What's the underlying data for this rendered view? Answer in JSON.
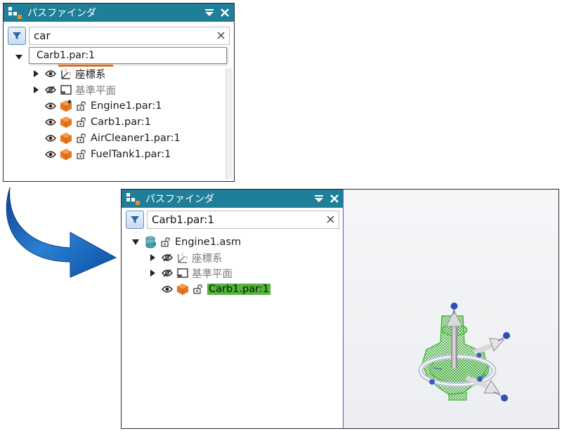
{
  "colors": {
    "title_bar": "#1f7f98",
    "highlight": "#53b33a",
    "arrow_blue": "#1a63b0",
    "part_orange": "#e8741e"
  },
  "panel_before": {
    "title": "パスファインダ",
    "search": {
      "value": "car"
    },
    "suggestion": "Carb1.par:1",
    "tree": [
      {
        "label": "座標系",
        "visible": true,
        "expandable": true,
        "icon": "coordinate-system-icon"
      },
      {
        "label": "基準平面",
        "visible": false,
        "expandable": true,
        "icon": "reference-plane-icon"
      },
      {
        "label": "Engine1.par:1",
        "visible": true,
        "icon": "part-icon"
      },
      {
        "label": "Carb1.par:1",
        "visible": true,
        "icon": "part-icon"
      },
      {
        "label": "AirCleaner1.par:1",
        "visible": true,
        "icon": "part-icon"
      },
      {
        "label": "FuelTank1.par:1",
        "visible": true,
        "icon": "part-icon"
      }
    ]
  },
  "panel_after": {
    "title": "パスファインダ",
    "search": {
      "value": "Carb1.par:1"
    },
    "tree": [
      {
        "label": "Engine1.asm",
        "icon": "assembly-icon",
        "expanded": true
      },
      {
        "label": "座標系",
        "visible": false,
        "expandable": true,
        "icon": "coordinate-system-icon"
      },
      {
        "label": "基準平面",
        "visible": false,
        "expandable": true,
        "icon": "reference-plane-icon"
      },
      {
        "label": "Carb1.par:1",
        "visible": true,
        "icon": "part-icon",
        "selected": true
      }
    ]
  }
}
